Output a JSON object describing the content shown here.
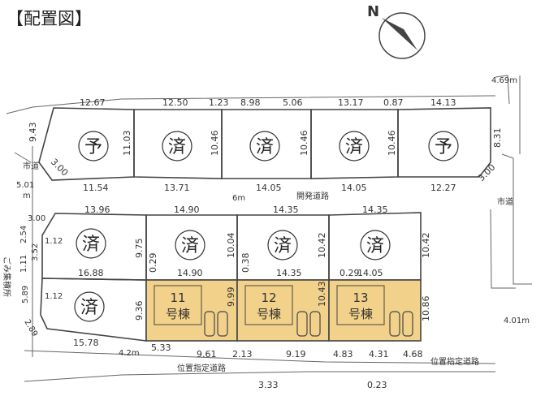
{
  "title": "【配置図】",
  "north": "N",
  "colors": {
    "highlight": "#f2d28a",
    "line": "#444444",
    "background": "#ffffff"
  },
  "status_labels": {
    "lot_r1": "予",
    "lot_r2": "済",
    "lot_r3": "済",
    "lot_r4": "済",
    "lot_r5": "予",
    "lot_m1": "済",
    "lot_m2": "済",
    "lot_m3": "済",
    "lot_m4": "済",
    "lot_b1": "済"
  },
  "units": [
    {
      "number": "11",
      "suffix": "号棟"
    },
    {
      "number": "12",
      "suffix": "号棟"
    },
    {
      "number": "13",
      "suffix": "号棟"
    }
  ],
  "roads": {
    "dev_road": "開発道路",
    "dev_width": "6m",
    "city_road_left": "市道",
    "city_road_left_width": "5.01",
    "city_road_left_unit": "m",
    "city_road_right": "市道",
    "garbage": "ごみ集積所",
    "designated_road": "位置指定道路",
    "designated_road_width": "4.2m",
    "right_road_width": "4.01m",
    "top_right_width": "4.69m"
  },
  "dimensions": {
    "top_row_top": [
      "12.67",
      "12.50",
      "1.23",
      "8.98",
      "5.06",
      "13.17",
      "0.87",
      "14.13"
    ],
    "top_row_bottom": [
      "11.54",
      "13.71",
      "14.05",
      "14.05",
      "12.27"
    ],
    "top_row_vertical": [
      "9.43",
      "11.03",
      "10.46",
      "10.46",
      "10.46",
      "8.31"
    ],
    "top_row_corner": [
      "3.00",
      "3.00"
    ],
    "mid_row_top": [
      "13.96",
      "14.90",
      "14.35",
      "14.35"
    ],
    "mid_row_bottom": [
      "16.88",
      "14.90",
      "14.35",
      "14.05"
    ],
    "mid_row_vertical": [
      "9.75",
      "10.04",
      "10.42",
      "10.42"
    ],
    "mid_row_small": [
      "0.29",
      "0.38",
      "0.29"
    ],
    "left_small": [
      "3.00",
      "2.54",
      "1.12",
      "3.52",
      "1.11",
      "5.89",
      "1.12",
      "2.89"
    ],
    "bottom_vertical": [
      "9.36",
      "9.99",
      "10.43",
      "10.86"
    ],
    "bottom_row": [
      "15.78",
      "5.33",
      "9.61",
      "2.13",
      "9.19",
      "4.83",
      "4.31",
      "4.68"
    ],
    "road_bottom": [
      "3.33",
      "0.23"
    ]
  }
}
